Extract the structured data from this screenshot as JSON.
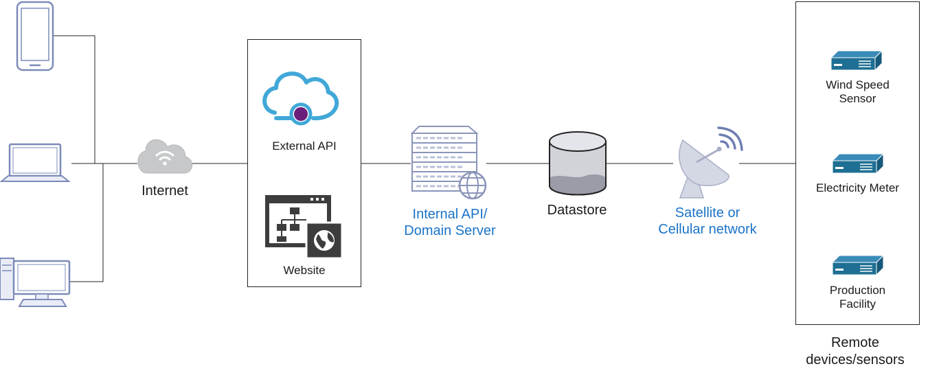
{
  "diagram": {
    "internet_label": "Internet",
    "external_api_label": "External API",
    "website_label": "Website",
    "internal_api_label_line1": "Internal API/",
    "internal_api_label_line2": "Domain Server",
    "datastore_label": "Datastore",
    "network_label_line1": "Satellite or",
    "network_label_line2": "Cellular network",
    "sensors": [
      {
        "line1": "Wind Speed",
        "line2": "Sensor"
      },
      {
        "line1": "Electricity Meter",
        "line2": ""
      },
      {
        "line1": "Production",
        "line2": "Facility"
      }
    ],
    "remote_label_line1": "Remote",
    "remote_label_line2": "devices/sensors",
    "colors": {
      "line": "#222222",
      "device_outline": "#7b8ab8",
      "device_fill": "#e9ecf6",
      "cloud_grey": "#c6c8ca",
      "api_cyan": "#41a8d8",
      "api_purple": "#6b1f7b",
      "web_dark": "#3d3d3d",
      "server_outline": "#8a94b8",
      "sensor_blue": "#1f6f94",
      "label_blue": "#1a73c8"
    }
  }
}
